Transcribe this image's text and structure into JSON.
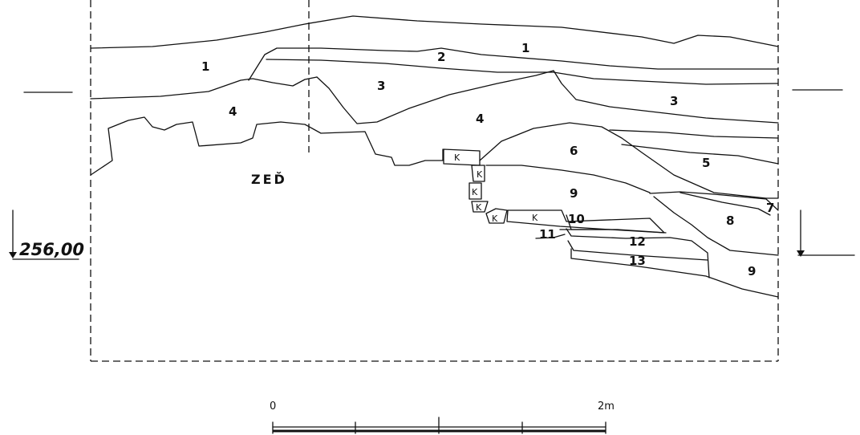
{
  "layers": {
    "l1_left": "1",
    "l1_right": "1",
    "l2": "2",
    "l3_left": "3",
    "l3_right": "3",
    "l4_left": "4",
    "l4_mid": "4",
    "l5": "5",
    "l6": "6",
    "l7": "7",
    "l8": "8",
    "l9_mid": "9",
    "l9_right": "9",
    "l10": "10",
    "l11": "11",
    "l12": "12",
    "l13": "13"
  },
  "stones": [
    "K",
    "K",
    "K",
    "K",
    "K",
    "K"
  ],
  "wall_label": "ZEĎ",
  "elevation": "256,00",
  "scale": {
    "start": "0",
    "end": "2m"
  }
}
